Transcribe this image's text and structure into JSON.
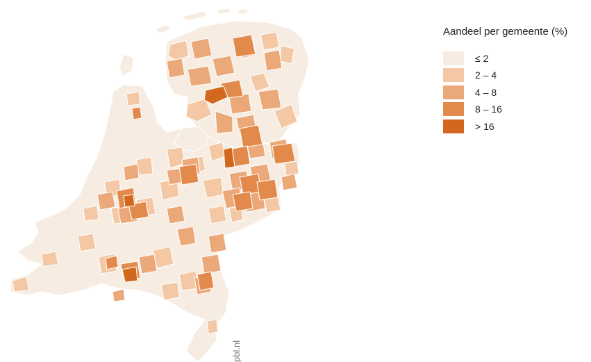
{
  "legend": {
    "title": "Aandeel per gemeente (%)",
    "classes": [
      {
        "label": "≤ 2",
        "color": "#f6ece1"
      },
      {
        "label": "2 – 4",
        "color": "#f4c8a4"
      },
      {
        "label": "4 – 8",
        "color": "#eba878"
      },
      {
        "label": "8 – 16",
        "color": "#e28a4c"
      },
      {
        "label": "> 16",
        "color": "#d2681d"
      }
    ]
  },
  "credit": "pbl.nl",
  "colors": {
    "background": "#ffffff",
    "boundary": "#ffffff"
  }
}
